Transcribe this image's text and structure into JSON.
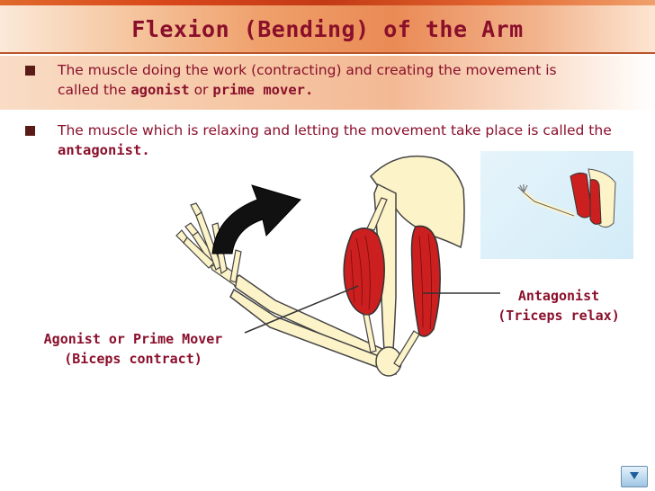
{
  "slide": {
    "title": "Flexion (Bending) of the Arm",
    "bullets": [
      {
        "text_before": "The  muscle doing the work (contracting) and creating the movement is called the ",
        "term1": "agonist",
        "middle": " or ",
        "term2": "prime mover",
        "end": "."
      },
      {
        "text_before": "The muscle which is relaxing and letting the movement take place is called the ",
        "term1": "antagonist",
        "end": "."
      }
    ],
    "labels": {
      "agonist_line1": "Agonist or Prime Mover",
      "agonist_line2": "(Biceps contract)",
      "antagonist_line1": "Antagonist",
      "antagonist_line2": "(Triceps relax)"
    }
  },
  "colors": {
    "title": "#8a0f2b",
    "muscle": "#cc1f1f",
    "bone": "#fdf3c9",
    "arrow": "#000000",
    "inset_bg": "#d3ecf7"
  },
  "icons": {
    "bullet": "square-bullet",
    "flexion_arrow": "curved-arrow",
    "next": "next-slide-icon"
  }
}
